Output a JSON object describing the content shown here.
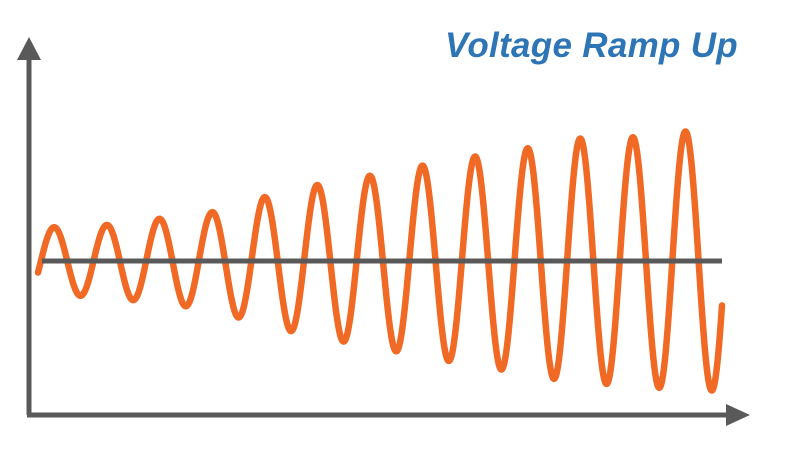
{
  "chart_data": {
    "type": "line",
    "title": "Voltage Ramp Up",
    "xlabel": "",
    "ylabel": "",
    "grid": false,
    "legend": "none",
    "baseline_y": 0,
    "ylim": [
      -1.25,
      1.25
    ],
    "xlim": [
      0,
      13
    ],
    "cycles": 13,
    "amplitudes": [
      0.33,
      0.35,
      0.41,
      0.47,
      0.62,
      0.74,
      0.83,
      0.93,
      1.02,
      1.1,
      1.2,
      1.21,
      1.27
    ],
    "colors": {
      "title": "#2e75b6",
      "axis": "#595959",
      "signal": "#f06a25",
      "baseline": "#595959"
    }
  }
}
